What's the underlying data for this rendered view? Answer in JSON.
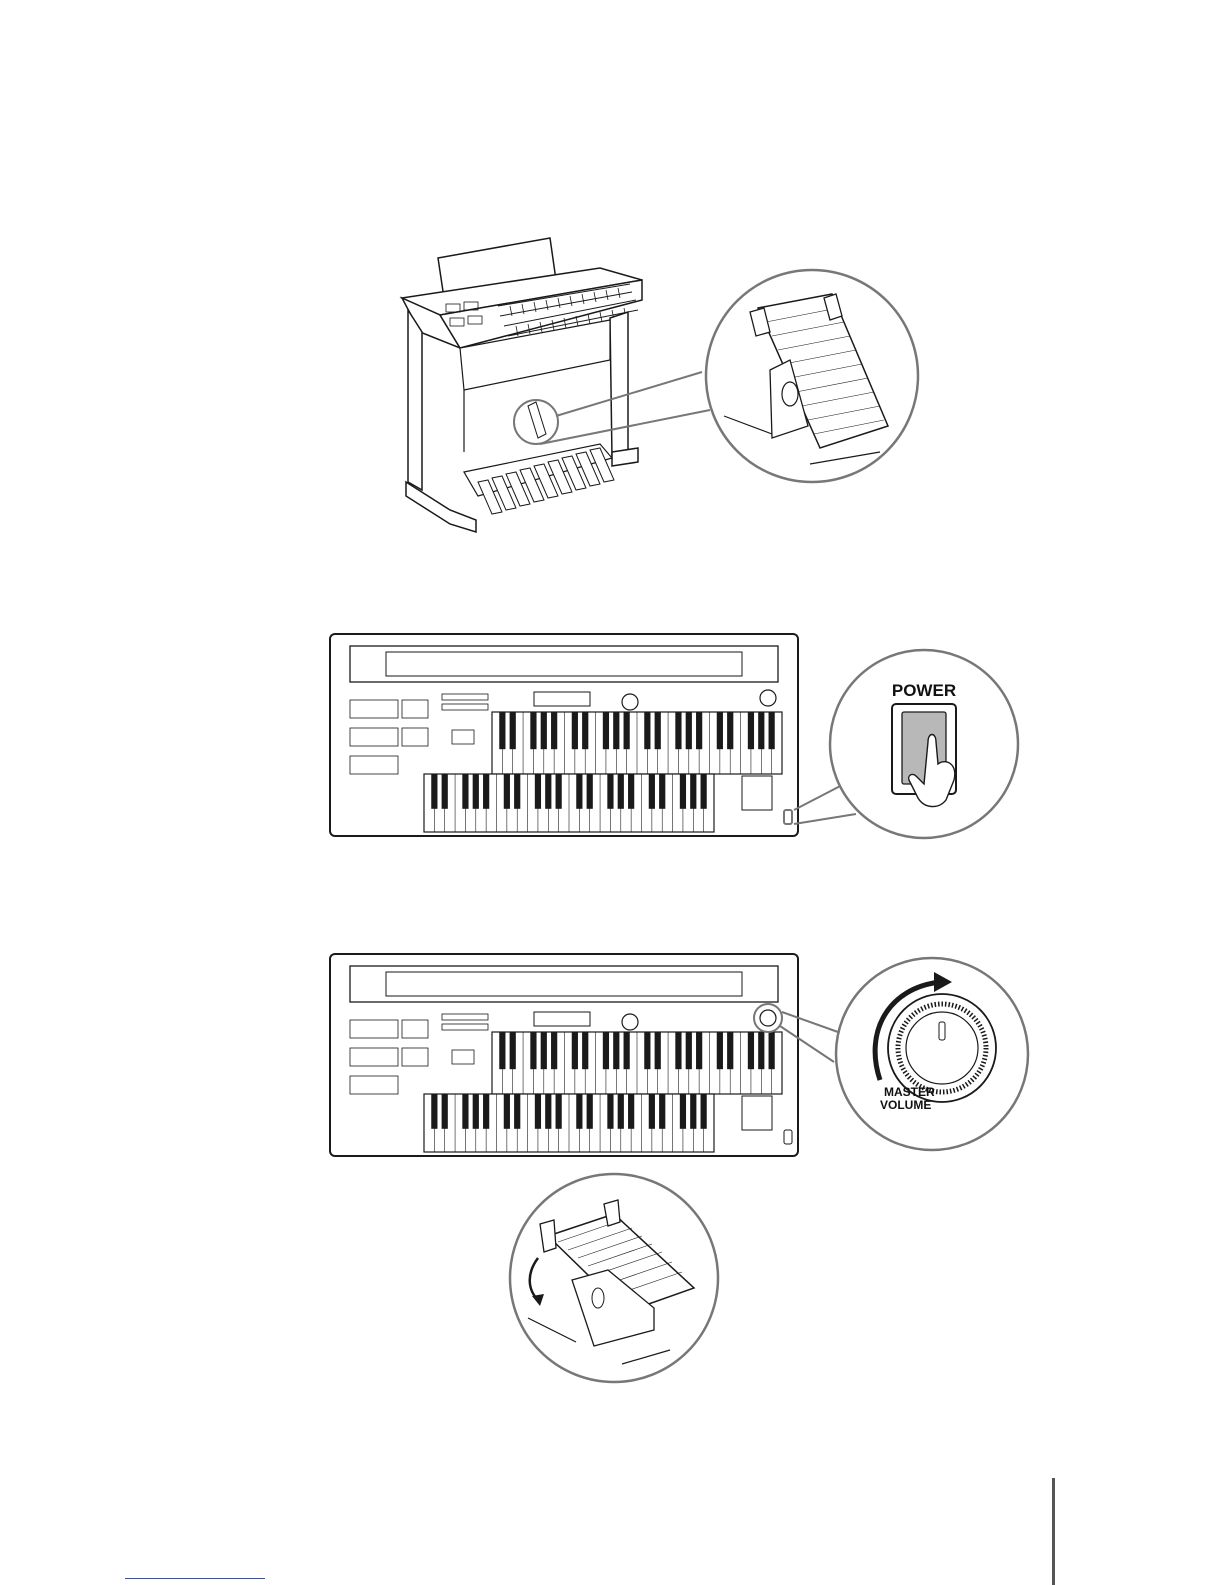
{
  "illustration_1": {
    "subject": "organ with expression pedal",
    "zoom_subject": "expression pedal"
  },
  "illustration_2": {
    "zoom_label": "POWER"
  },
  "illustration_3": {
    "zoom_label_line1": "MASTER",
    "zoom_label_line2": "VOLUME"
  },
  "colors": {
    "line": "#1a1a1a",
    "panel_fill": "#ffffff",
    "zoom_circle": "#777777",
    "button_fill": "#b8b8b8",
    "footer_link": "#2a4fd0"
  }
}
